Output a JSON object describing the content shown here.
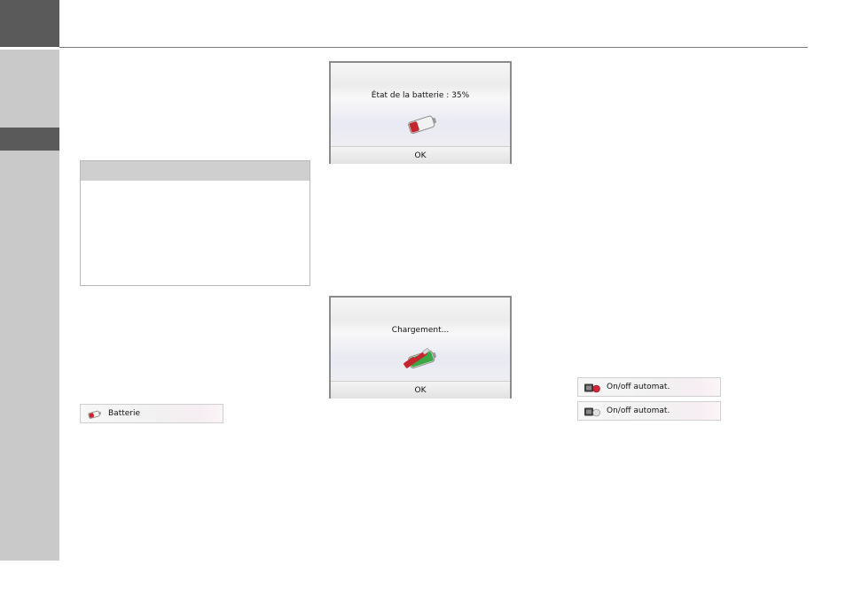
{
  "screens": {
    "battery": {
      "message": "État de la batterie : 35%",
      "ok_label": "OK",
      "level_percent": 35
    },
    "charging": {
      "message": "Chargement...",
      "ok_label": "OK"
    }
  },
  "menu": {
    "battery_item": "Batterie",
    "auto_off_on": "On/off automat.",
    "auto_off_off": "On/off automat."
  },
  "colors": {
    "rail": "#c9c9c9",
    "rail_dark": "#5a5a5a",
    "battery_red": "#c4262e",
    "battery_green": "#3aa845"
  }
}
